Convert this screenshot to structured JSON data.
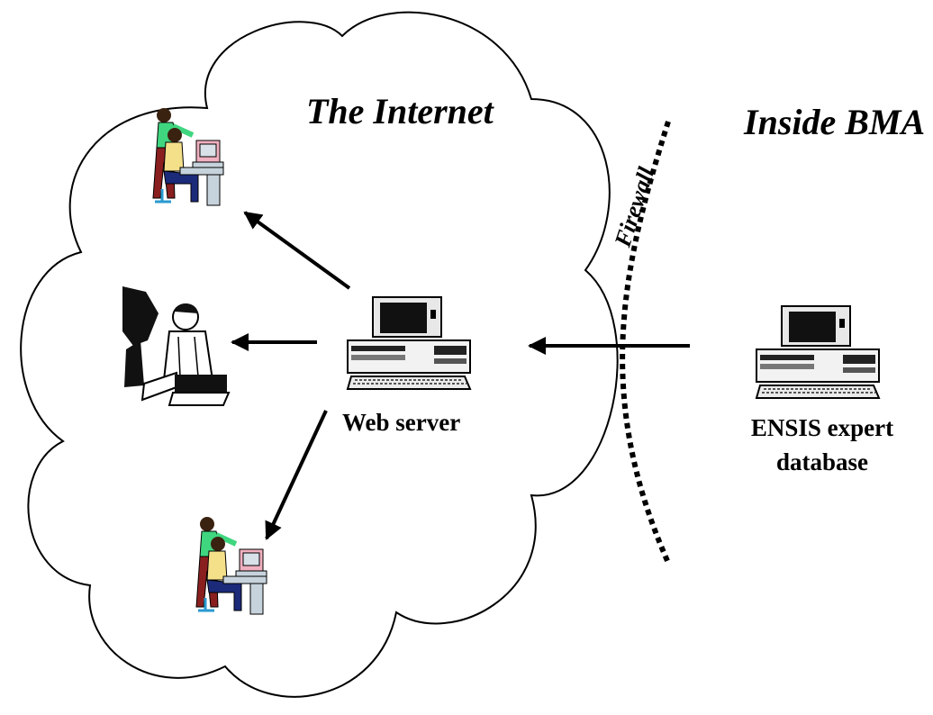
{
  "labels": {
    "internet": "The Internet",
    "inside": "Inside BMA",
    "firewall": "Firewall",
    "web_server": "Web server",
    "ensis_line1": "ENSIS expert",
    "ensis_line2": "database"
  },
  "icons": {
    "user_top": "two-people-at-computer-icon",
    "user_middle": "person-at-laptop-icon",
    "user_bottom": "two-people-at-computer-icon",
    "web_server": "desktop-computer-icon",
    "database": "desktop-computer-icon"
  },
  "colors": {
    "stroke": "#000000",
    "shirt_green": "#3fd67f",
    "shirt_yellow": "#f5e08a",
    "trousers_red": "#8a1f1f",
    "trousers_blue": "#1c2a7a",
    "desk": "#c7d3dc",
    "monitor_pink": "#f0b0c0"
  }
}
